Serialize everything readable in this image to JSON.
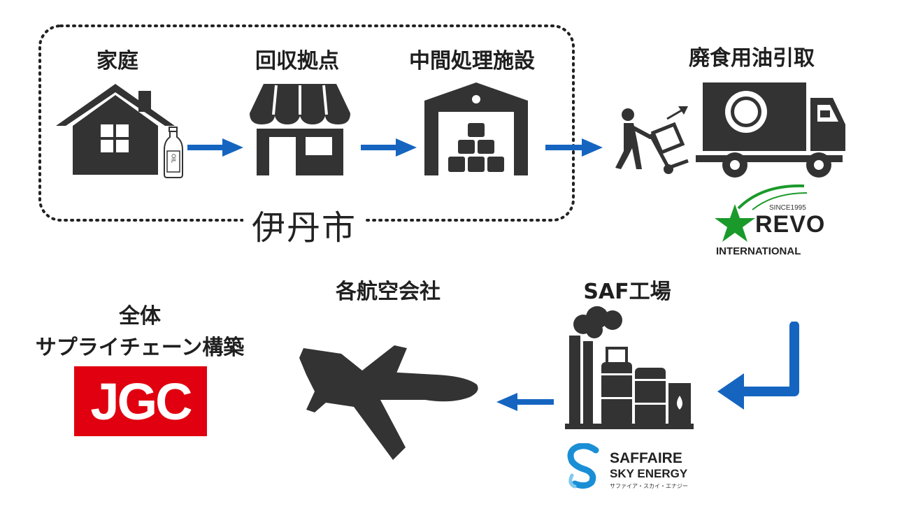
{
  "city_group": {
    "label": "伊丹市"
  },
  "steps": {
    "household": {
      "label": "家庭",
      "bottle_text": "OIL"
    },
    "collection_point": {
      "label": "回収拠点"
    },
    "intermediate_facility": {
      "label": "中間処理施設"
    },
    "oil_pickup": {
      "label": "廃食用油引取"
    },
    "saf_plant": {
      "label": "SAF工場"
    },
    "airlines": {
      "label": "各航空会社"
    }
  },
  "supply_chain": {
    "line1": "全体",
    "line2": "サプライチェーン構築"
  },
  "logos": {
    "jgc": {
      "text": "JGC"
    },
    "revo": {
      "since": "SINCE1995",
      "name": "REVO",
      "sub": "INTERNATIONAL"
    },
    "saffaire": {
      "name": "SAFFAIRE",
      "sub": "SKY ENERGY",
      "kana": "サファイア・スカイ・エナジー"
    }
  },
  "colors": {
    "arrow": "#1565c0",
    "icon": "#333333",
    "jgc_red": "#e0000f",
    "revo_green": "#1a9a2a",
    "saffaire_blue": "#1a8fd6"
  }
}
